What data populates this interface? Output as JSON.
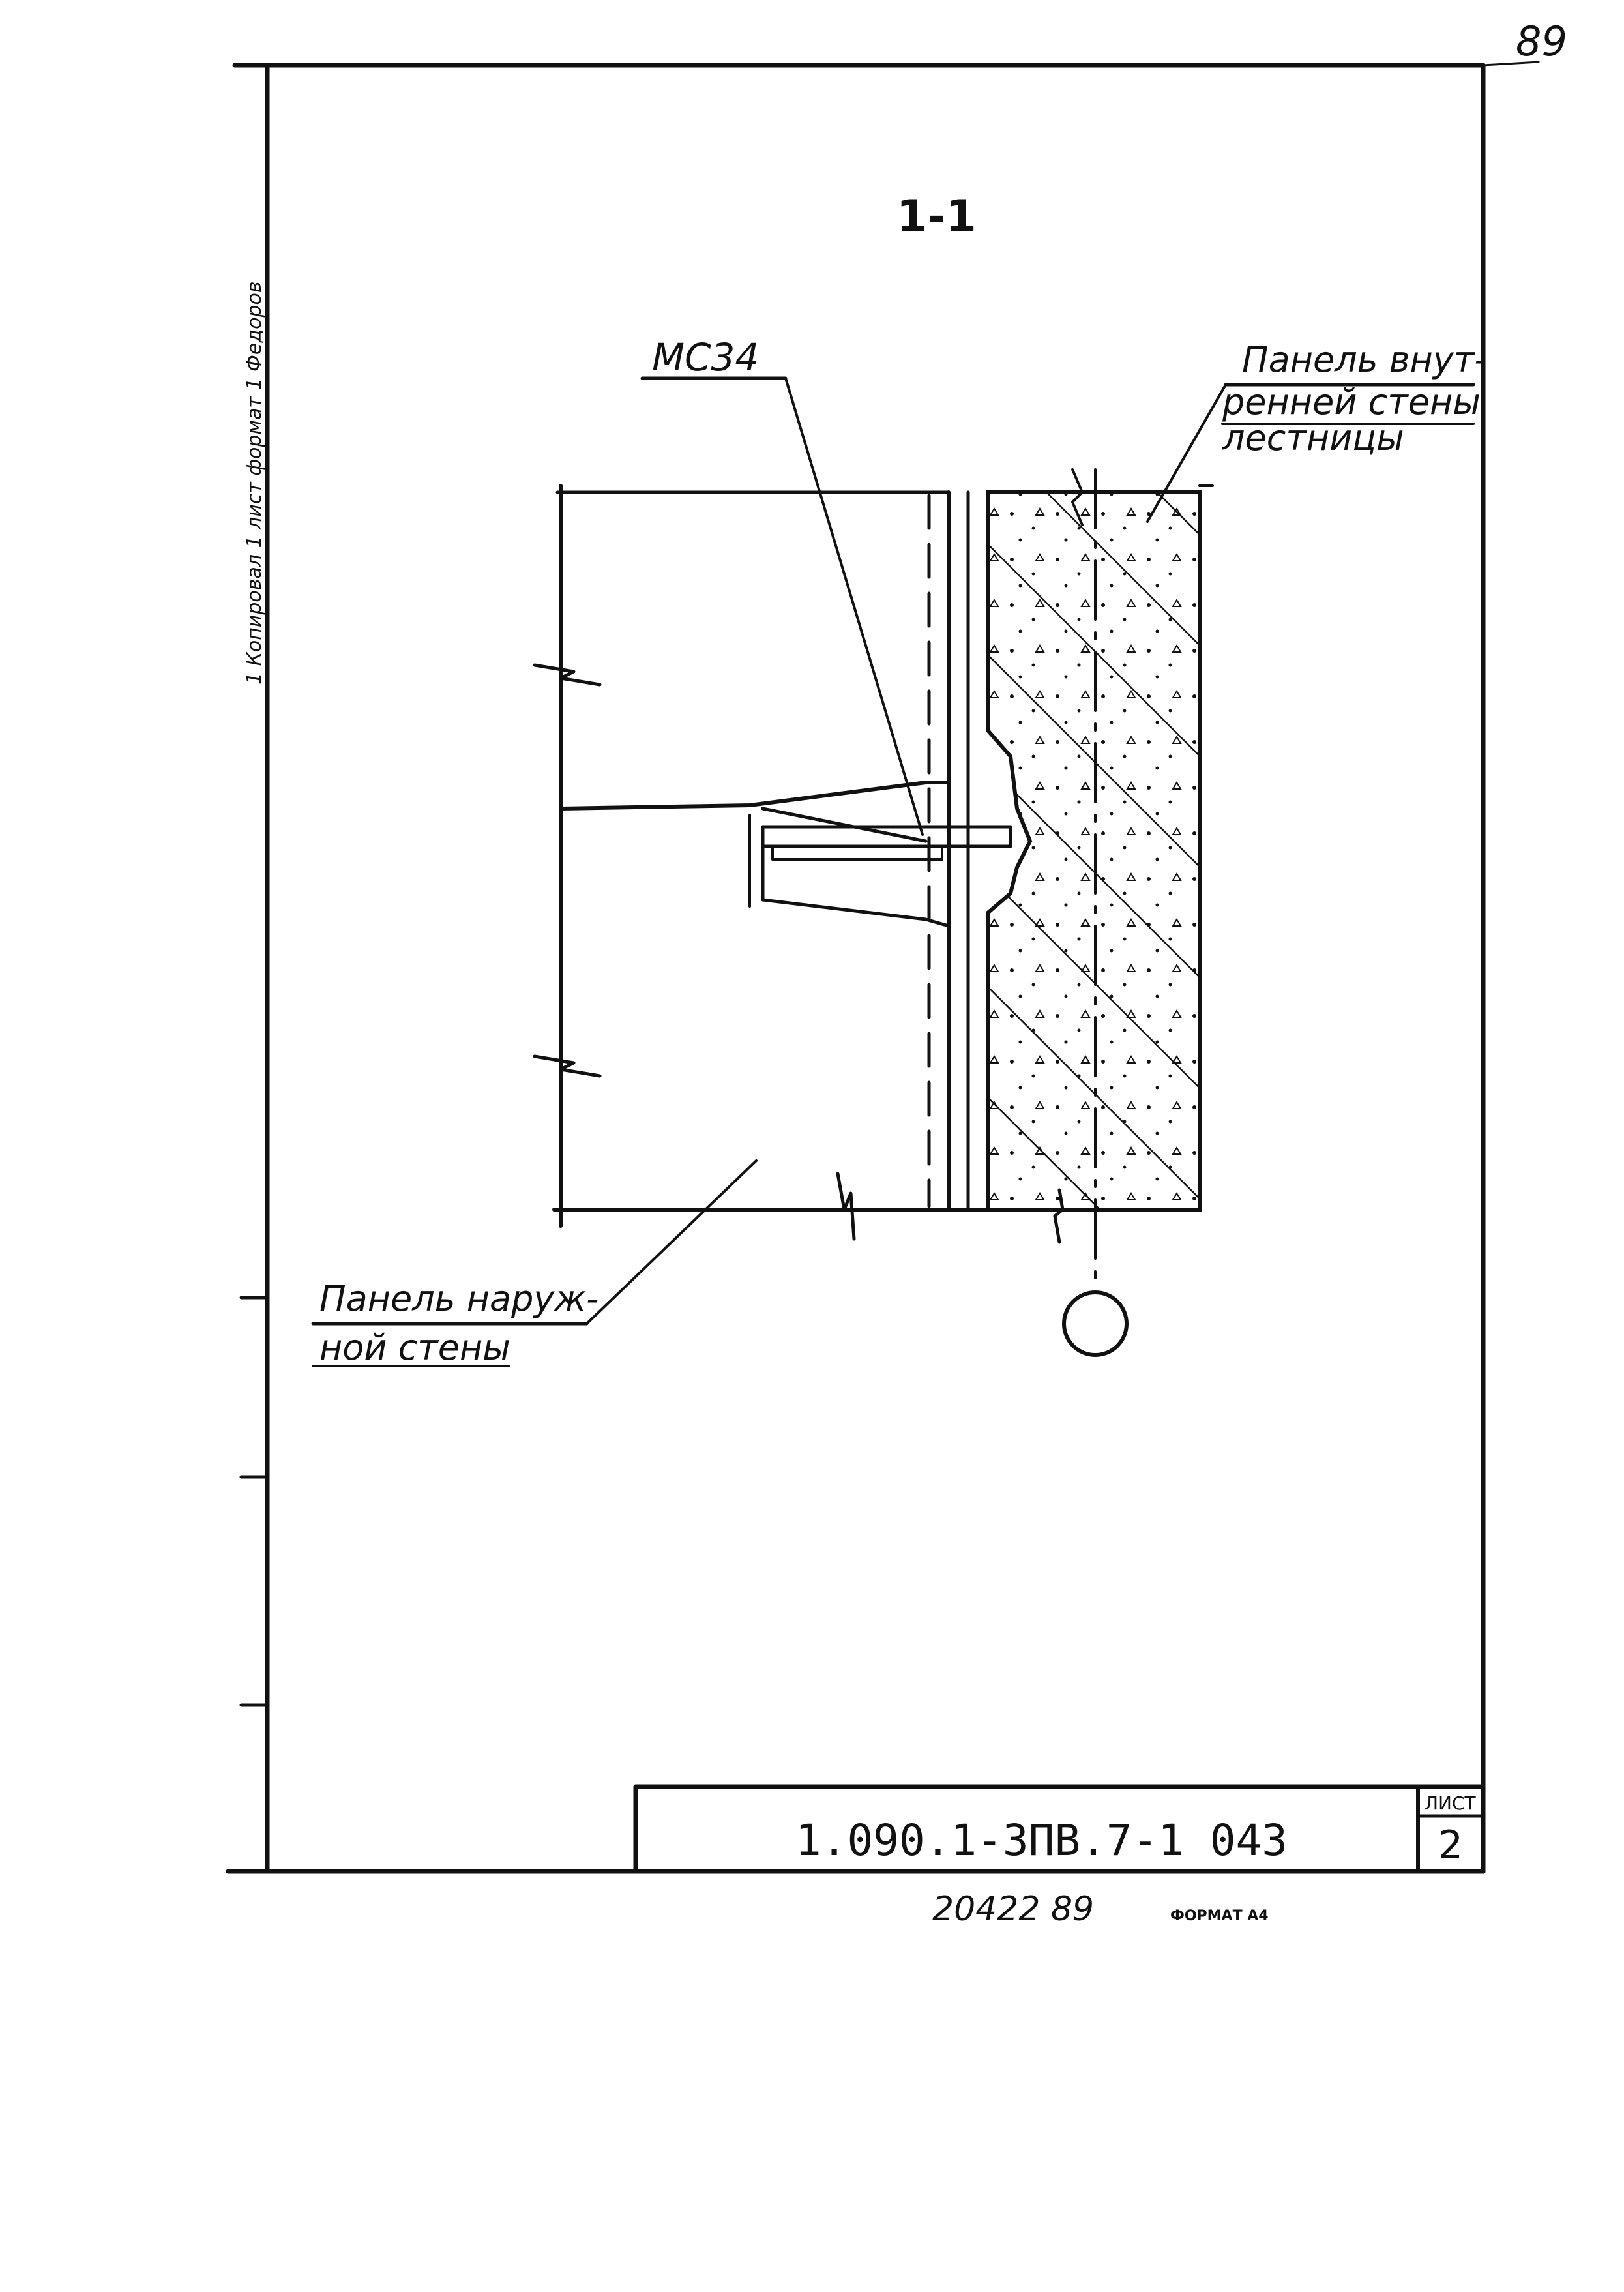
{
  "drawing": {
    "sheet_corner_number": "89",
    "section_label": "1-1",
    "callout_mc34": "МС34",
    "callout_inner_panel": [
      "Панель внут-",
      "ренней стены",
      "лестницы"
    ],
    "callout_outer_panel": [
      "Панель наруж-",
      "ной стены"
    ],
    "axis_marker": "",
    "side_strip_text": "1 Копировал  1 лист  формат  1  Федоров"
  },
  "title_block": {
    "designation": "1.090.1-3ПВ.7-1   043",
    "sheet_label": "ЛИСТ",
    "sheet_number": "2"
  },
  "footer": {
    "archive_number": "20422   89",
    "format_label": "ФОРМАТ А4"
  }
}
